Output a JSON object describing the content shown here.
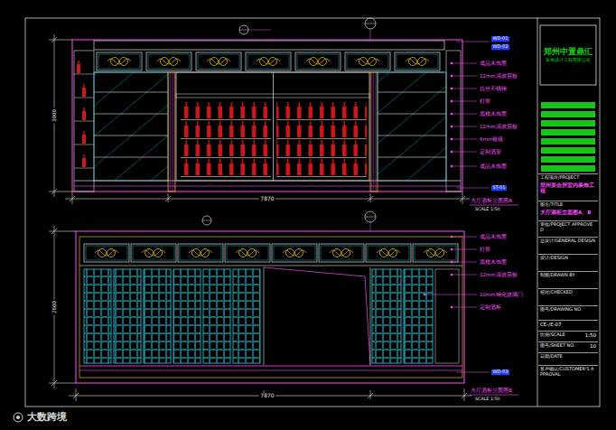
{
  "diagram": {
    "nodes": [
      {
        "text": [
          "郑州中置鼎汇",
          "装饰设计工程有限公司"
        ]
      },
      {
        "text": [
          "工程项目/PROJECT",
          "郑州某会所室内装饰工程"
        ]
      },
      {
        "text": [
          "图名/TITLE",
          "大厅酒柜立面图A、B"
        ]
      },
      {
        "text": [
          "审批/PROJECT APPROVED"
        ]
      },
      {
        "text": [
          "总设计/GENERAL DESIGN"
        ]
      },
      {
        "text": [
          "设计/DESIGN"
        ]
      },
      {
        "text": [
          "制图/DRAWN BY"
        ]
      },
      {
        "text": [
          "校对/CHECKED"
        ]
      },
      {
        "text": [
          "图号/DRAWING NO"
        ]
      },
      {
        "text": [
          "CE-/E-07"
        ]
      },
      {
        "text": [
          "比例/SCALE",
          "1:50"
        ]
      },
      {
        "text": [
          "图号/SHEET NO.",
          "10"
        ]
      },
      {
        "text": [
          "日期/DATE"
        ]
      },
      {
        "text": [
          "客户确认/CUSTOMER'S APPROVAL"
        ]
      }
    ],
    "labels": [
      "3000",
      "7870",
      "大厅酒柜立面图A",
      "SCALE 1:50",
      "WD-01",
      "WD-02",
      "成品木饰面",
      "12mm清玻层板",
      "拉丝不锈钢",
      "灯带",
      "黑檀木饰面",
      "12mm清玻层板",
      "6mm银镜",
      "定制酒架",
      "成品木饰面",
      "ST-01",
      "2600",
      "7870",
      "大厅酒柜立面图B",
      "SCALE 1:50",
      "成品木饰面",
      "灯带",
      "黑檀木饰面",
      "12mm清玻层板",
      "10mm钢化玻璃门",
      "定制酒柜",
      "WD-03",
      "大数跨境"
    ]
  }
}
